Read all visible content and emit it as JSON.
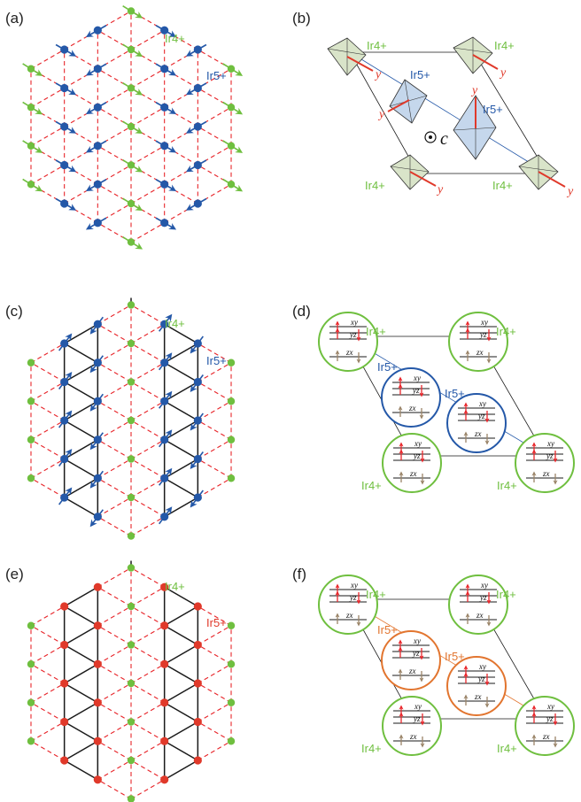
{
  "colors": {
    "lattice_dash": "#e8262b",
    "bond": "#1a1a1a",
    "ir4": "#6fbf3f",
    "ir5_blue": "#2458a8",
    "ir5_red": "#e0392a",
    "ir5_orange": "#e2752f",
    "axis": "#e0392a",
    "octa_green_face": "#d9e4c9",
    "octa_blue_face": "#c5d7ec",
    "level": "#1a1a1a",
    "spin_red": "#e8262b",
    "spin_brown": "#9a8468"
  },
  "panels": {
    "a": {
      "label": "(a)",
      "ir4_label": "Ir4+",
      "ir5_label": "Ir5+"
    },
    "b": {
      "label": "(b)",
      "ir4_label": "Ir4+",
      "ir5_label": "Ir5+",
      "axis_label": "y",
      "c_label": "c"
    },
    "c": {
      "label": "(c)",
      "ir4_label": "Ir4+",
      "ir5_label": "Ir5+"
    },
    "d": {
      "label": "(d)",
      "ir4_label": "Ir4+",
      "ir5_label": "Ir5+",
      "orbitals": [
        "xy",
        "yz",
        "zx"
      ]
    },
    "e": {
      "label": "(e)",
      "ir4_label": "Ir4+",
      "ir5_label": "Ir5+"
    },
    "f": {
      "label": "(f)",
      "ir4_label": "Ir4+",
      "ir5_label": "Ir5+",
      "orbitals": [
        "xy",
        "yz",
        "zx"
      ]
    }
  }
}
